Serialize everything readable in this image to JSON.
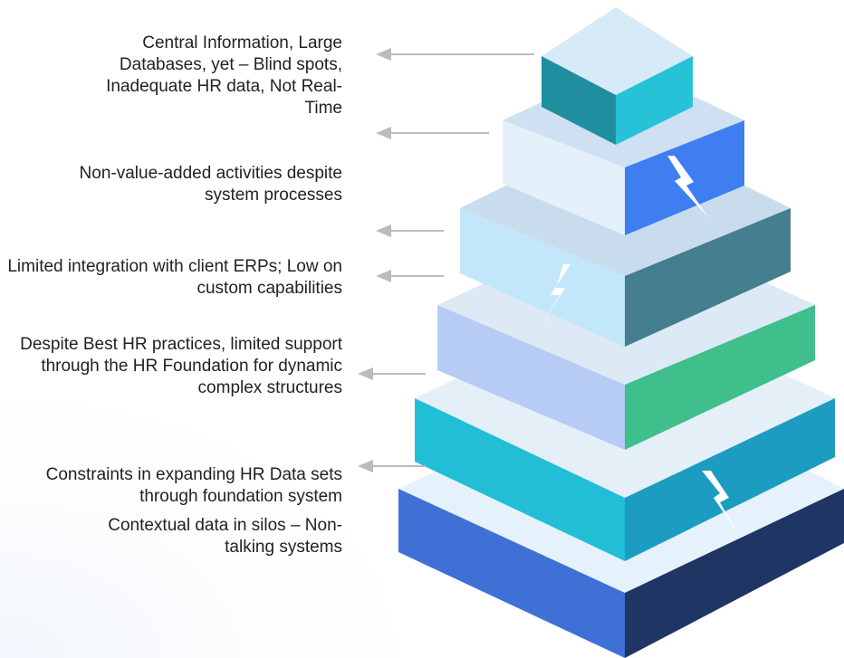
{
  "labels": {
    "l1": "Central Information, Large Databases, yet – Blind spots, Inadequate HR data, Not Real-Time",
    "l2": "Non-value-added activities despite system processes",
    "l3": "Limited integration with client ERPs; Low on custom capabilities",
    "l4": "Despite Best HR practices, limited support through the HR Foundation for dynamic complex structures",
    "l5": "Constraints in expanding HR Data sets through foundation system",
    "l6": "Contextual data in silos – Non-talking systems"
  },
  "colors": {
    "tier_top": [
      "#d7eaf8",
      "#1f8fa0",
      "#27c2d8"
    ],
    "tier_2": [
      "#cfe0f2",
      "#e4f1fb",
      "#3f7ef0"
    ],
    "tier_3": [
      "#c9dced",
      "#c2e6fa",
      "#447e8f"
    ],
    "tier_4": [
      "#dde9f5",
      "#b6ccf4",
      "#3fbf8c"
    ],
    "tier_5": [
      "#e4eff8",
      "#22bed6",
      "#1c9cc0"
    ],
    "tier_base": [
      "#e6f2fb",
      "#3f70d6",
      "#1f3564"
    ],
    "arrow": "#bbbbbb",
    "bolt": "#ffffff"
  },
  "icons": [
    "arrow-icon",
    "lightning-bolt-icon"
  ]
}
